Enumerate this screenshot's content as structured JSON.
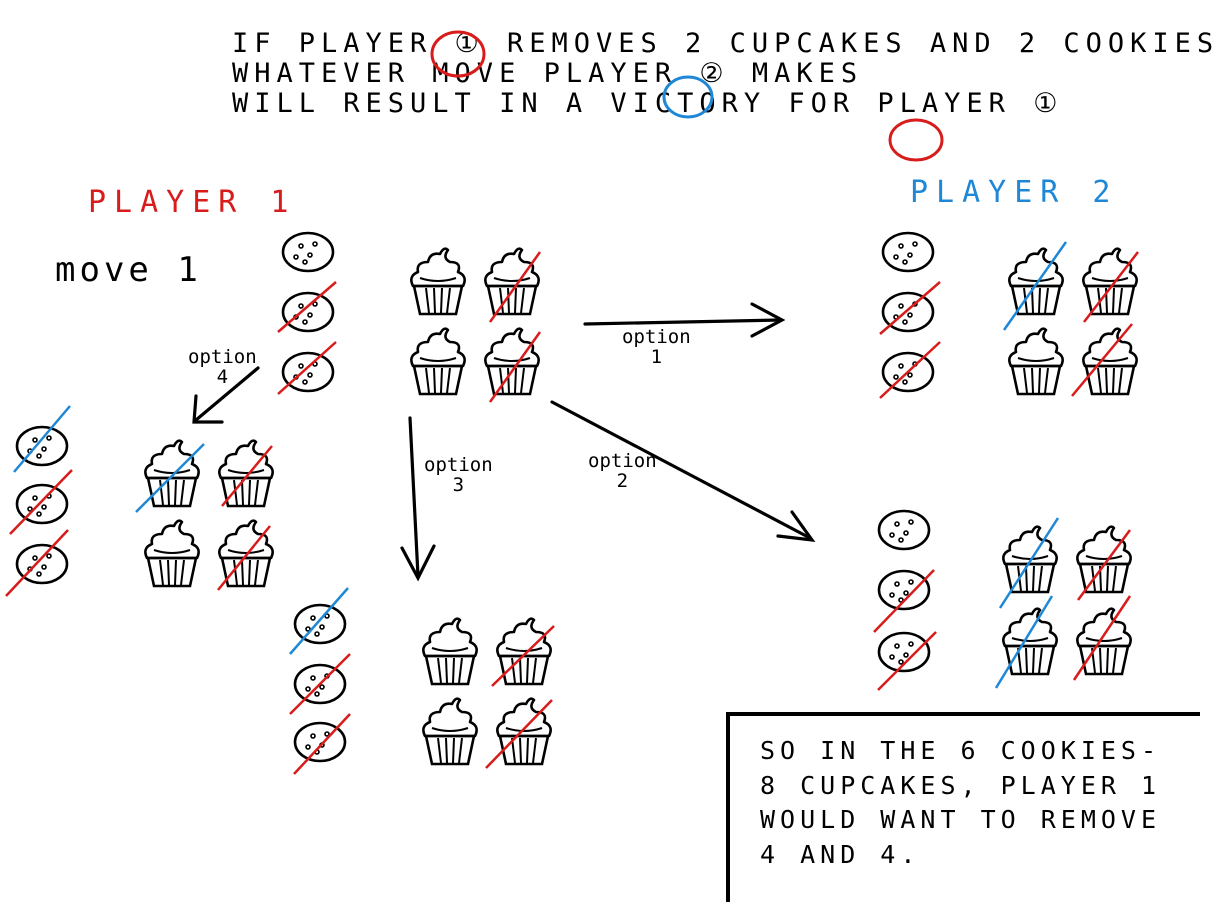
{
  "header": {
    "line1": "IF   PLAYER ① REMOVES 2  CUPCAKES  AND 2 COOKIES",
    "line2": "WHATEVER MOVE PLAYER ② MAKES",
    "line3": "WILL RESULT IN A VICTORY FOR PLAYER ①"
  },
  "labels": {
    "player1": "PLAYER 1",
    "player2": "PLAYER 2",
    "move": "move 1"
  },
  "options": {
    "option1": {
      "word": "option",
      "num": "1"
    },
    "option2": {
      "word": "option",
      "num": "2"
    },
    "option3": {
      "word": "option",
      "num": "3"
    },
    "option4": {
      "word": "option",
      "num": "4"
    }
  },
  "note": {
    "line1": "SO IN  THE 6 COOKIES-",
    "line2": "8 CUPCAKES, PLAYER 1",
    "line3": "WOULD WANT TO REMOVE",
    "line4": "4 AND 4."
  },
  "colors": {
    "player1": "#d81b1b",
    "player2": "#1e88d6",
    "ink": "#000000"
  }
}
